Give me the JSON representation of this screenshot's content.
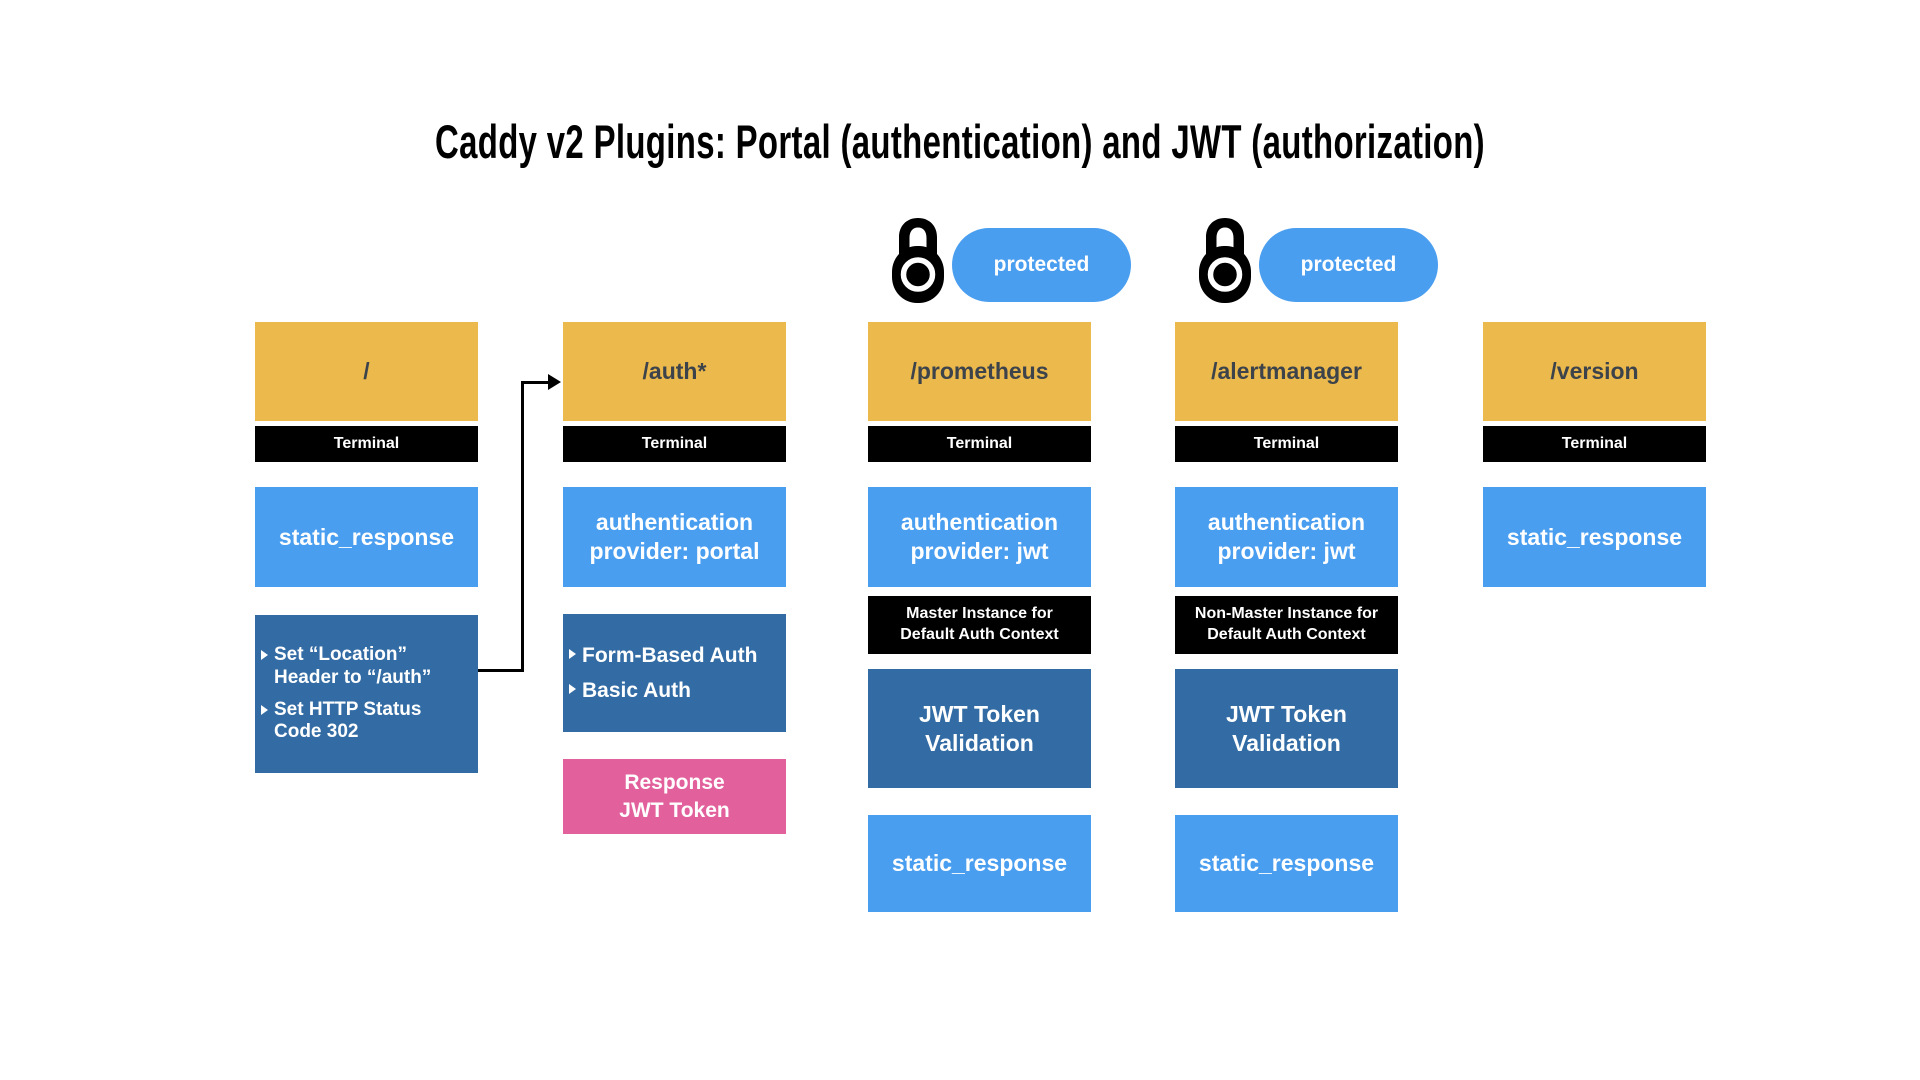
{
  "title": "Caddy v2 Plugins: Portal (authentication) and JWT (authorization)",
  "palette": {
    "yellow": "#EBB94C",
    "blue": "#4A9EF0",
    "dark_blue": "#336CA4",
    "pink": "#E2619D",
    "black": "#000000",
    "route_text": "#3D434B"
  },
  "columns": [
    {
      "route": "/",
      "terminal_label": "Terminal",
      "plugin": "static_response",
      "details": [
        "Set “Location” Header to “/auth”",
        "Set HTTP Status Code 302"
      ]
    },
    {
      "route": "/auth*",
      "terminal_label": "Terminal",
      "plugin": "authentication provider: portal",
      "details": [
        "Form-Based Auth",
        "Basic Auth"
      ],
      "response_lines": [
        "Response",
        "JWT Token"
      ]
    },
    {
      "route": "/prometheus",
      "terminal_label": "Terminal",
      "protected_label": "protected",
      "plugin": "authentication provider: jwt",
      "context_lines": [
        "Master Instance for",
        "Default Auth Context"
      ],
      "validation": "JWT Token Validation",
      "static": "static_response"
    },
    {
      "route": "/alertmanager",
      "terminal_label": "Terminal",
      "protected_label": "protected",
      "plugin": "authentication provider: jwt",
      "context_lines": [
        "Non-Master Instance for",
        "Default Auth Context"
      ],
      "validation": "JWT Token Validation",
      "static": "static_response"
    },
    {
      "route": "/version",
      "terminal_label": "Terminal",
      "plugin": "static_response"
    }
  ]
}
